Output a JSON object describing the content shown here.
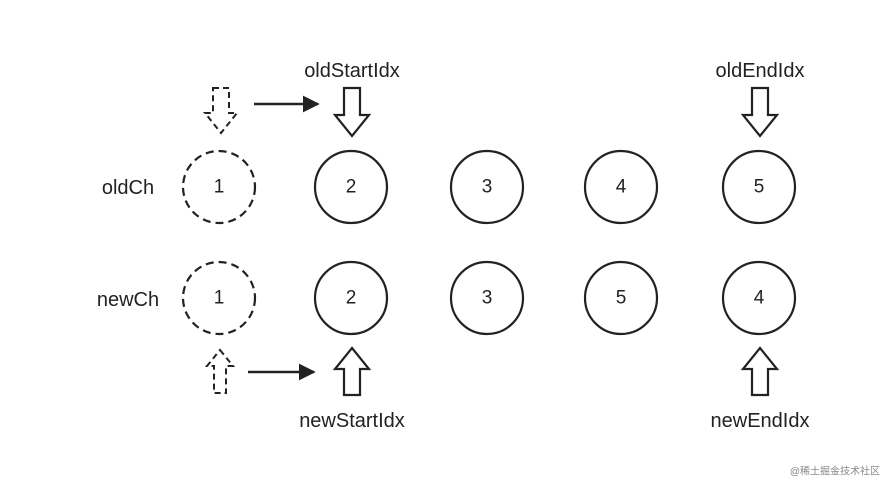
{
  "rows": {
    "old": {
      "label": "oldCh",
      "nodes": [
        {
          "value": "1",
          "style": "dashed"
        },
        {
          "value": "2",
          "style": "solid"
        },
        {
          "value": "3",
          "style": "solid"
        },
        {
          "value": "4",
          "style": "solid"
        },
        {
          "value": "5",
          "style": "solid"
        }
      ]
    },
    "new": {
      "label": "newCh",
      "nodes": [
        {
          "value": "1",
          "style": "dashed"
        },
        {
          "value": "2",
          "style": "solid"
        },
        {
          "value": "3",
          "style": "solid"
        },
        {
          "value": "5",
          "style": "solid"
        },
        {
          "value": "4",
          "style": "solid"
        }
      ]
    }
  },
  "pointers": {
    "old_start": "oldStartIdx",
    "old_end": "oldEndIdx",
    "new_start": "newStartIdx",
    "new_end": "newEndIdx"
  },
  "watermark": "@稀土掘金技术社区",
  "colors": {
    "stroke": "#222222",
    "text": "#222222",
    "background": "#ffffff"
  }
}
